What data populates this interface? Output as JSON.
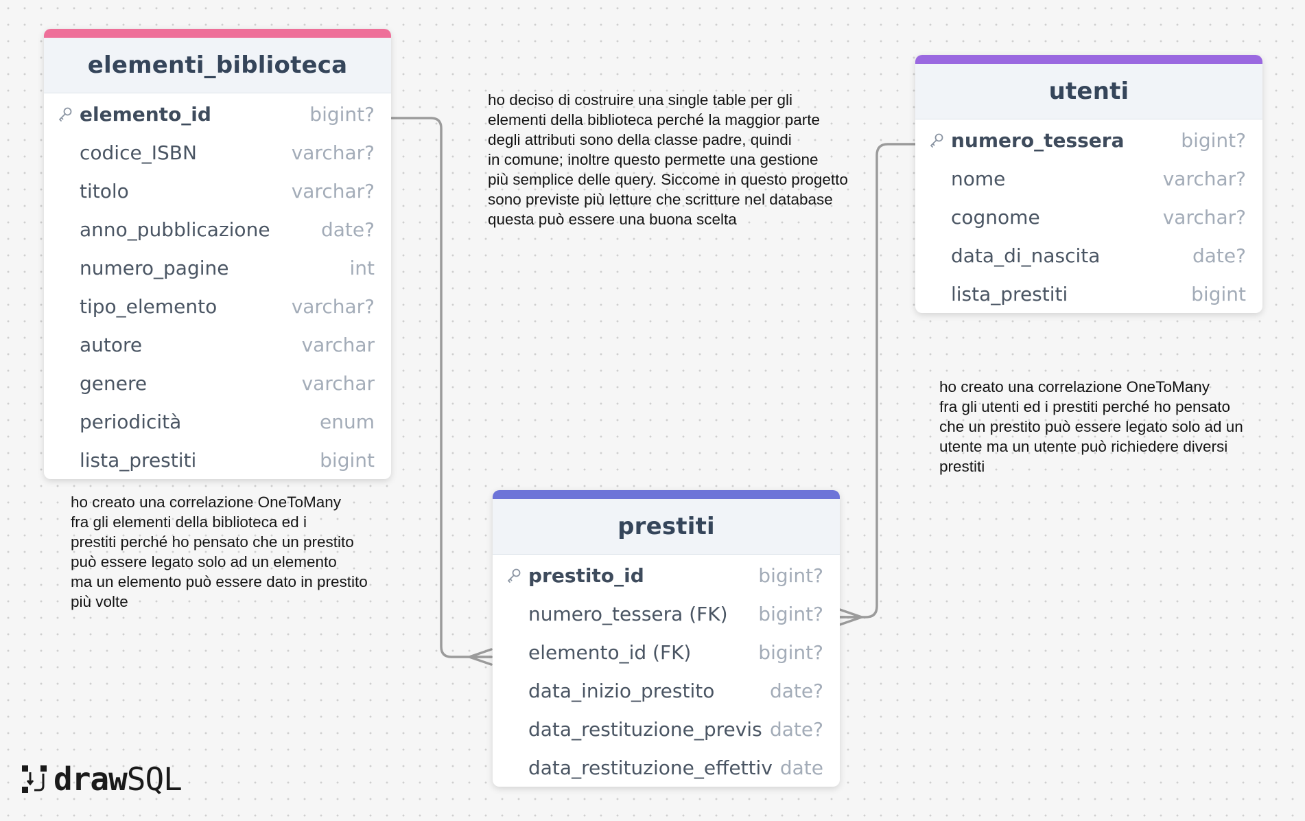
{
  "tables": {
    "elementi": {
      "title": "elementi_biblioteca",
      "accent_color": "#ee6f99",
      "columns": [
        {
          "name": "elemento_id",
          "type": "bigint?",
          "pk": true
        },
        {
          "name": "codice_ISBN",
          "type": "varchar?"
        },
        {
          "name": "titolo",
          "type": "varchar?"
        },
        {
          "name": "anno_pubblicazione",
          "type": "date?"
        },
        {
          "name": "numero_pagine",
          "type": "int"
        },
        {
          "name": "tipo_elemento",
          "type": "varchar?"
        },
        {
          "name": "autore",
          "type": "varchar"
        },
        {
          "name": "genere",
          "type": "varchar"
        },
        {
          "name": "periodicità",
          "type": "enum"
        },
        {
          "name": "lista_prestiti",
          "type": "bigint"
        }
      ]
    },
    "utenti": {
      "title": "utenti",
      "accent_color": "#9a68e0",
      "columns": [
        {
          "name": "numero_tessera",
          "type": "bigint?",
          "pk": true
        },
        {
          "name": "nome",
          "type": "varchar?"
        },
        {
          "name": "cognome",
          "type": "varchar?"
        },
        {
          "name": "data_di_nascita",
          "type": "date?"
        },
        {
          "name": "lista_prestiti",
          "type": "bigint"
        }
      ]
    },
    "prestiti": {
      "title": "prestiti",
      "accent_color": "#6d74d8",
      "columns": [
        {
          "name": "prestito_id",
          "type": "bigint?",
          "pk": true
        },
        {
          "name": "numero_tessera (FK)",
          "type": "bigint?"
        },
        {
          "name": "elemento_id (FK)",
          "type": "bigint?"
        },
        {
          "name": "data_inizio_prestito",
          "type": "date?"
        },
        {
          "name": "data_restituzione_prevista",
          "type": "date?"
        },
        {
          "name": "data_restituzione_effettiva",
          "type": "date"
        }
      ]
    }
  },
  "notes": {
    "single_table": "ho deciso di costruire una single table per gli\nelementi della biblioteca perché la maggior parte\ndegli attributi sono della classe padre, quindi\nin comune; inoltre questo permette una gestione\npiù semplice delle query. Siccome in questo progetto\nsono previste più letture che scritture nel database\nquesta può essere una buona scelta",
    "utenti_prestiti": "ho creato una correlazione OneToMany\nfra gli utenti ed i prestiti perché ho pensato\nche un prestito può essere legato solo ad un\nutente ma un utente può richiedere diversi\nprestiti",
    "elementi_prestiti": "ho creato una correlazione OneToMany\nfra gli elementi della biblioteca ed i\nprestiti perché ho pensato che un prestito\npuò essere legato solo ad un elemento\nma un elemento può essere dato in prestito\npiù volte"
  },
  "logo": {
    "bold": "draw",
    "light": "SQL"
  },
  "colors": {
    "connector": "#9b9b9b",
    "header_bg": "#f1f4f8",
    "title_text": "#35455a",
    "type_text": "#a3acb8"
  },
  "icons": {
    "primary_key": "key-icon"
  }
}
